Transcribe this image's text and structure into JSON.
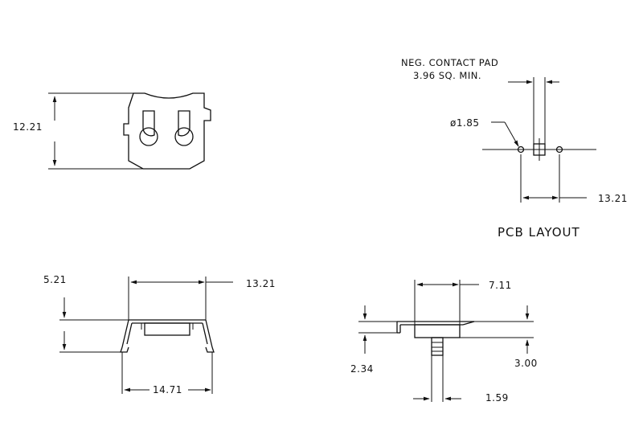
{
  "colors": {
    "ink": "#111111",
    "paper": "#ffffff"
  },
  "top_view": {
    "height_label": "12.21"
  },
  "pcb_layout": {
    "title": "PCB LAYOUT",
    "contact_pad_note_line1": "NEG. CONTACT PAD",
    "contact_pad_note_line2": "3.96 SQ. MIN.",
    "hole_dia_label": "ø1.85",
    "spacing_label": "13.21"
  },
  "front_view": {
    "height_label": "5.21",
    "width_top_label": "13.21",
    "width_bottom_label": "14.71"
  },
  "side_view": {
    "width_label": "7.11",
    "pin_depth_label": "2.34",
    "pin_length_label": "3.00",
    "pin_width_label": "1.59"
  }
}
